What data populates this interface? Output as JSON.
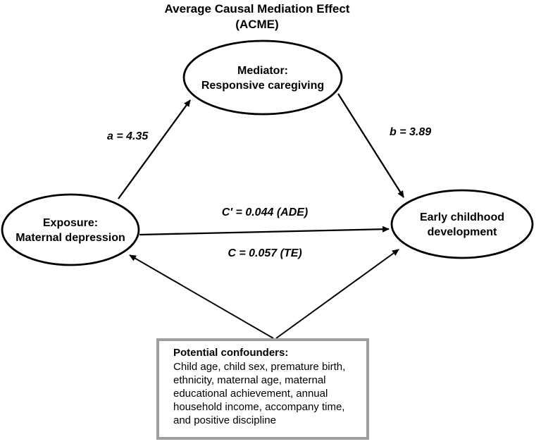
{
  "title": {
    "line1": "Average Causal Mediation Effect",
    "line2": "(ACME)"
  },
  "nodes": {
    "mediator": {
      "line1": "Mediator:",
      "line2": "Responsive caregiving"
    },
    "exposure": {
      "line1": "Exposure:",
      "line2": "Maternal depression"
    },
    "outcome": {
      "line1": "Early childhood",
      "line2": "development"
    }
  },
  "paths": {
    "a_label": "a = 4.35",
    "b_label": "b = 3.89",
    "ade_label": "C' = 0.044 (ADE)",
    "te_label": "C = 0.057 (TE)"
  },
  "confounders": {
    "heading": "Potential confounders:",
    "lines": [
      "Child age, child sex, premature birth,",
      "ethnicity, maternal age, maternal",
      "educational achievement, annual",
      "household income, accompany time,",
      "and positive discipline"
    ]
  },
  "colors": {
    "stroke": "#000000",
    "box_border": "#9e9e9e",
    "background": "#ffffff"
  }
}
